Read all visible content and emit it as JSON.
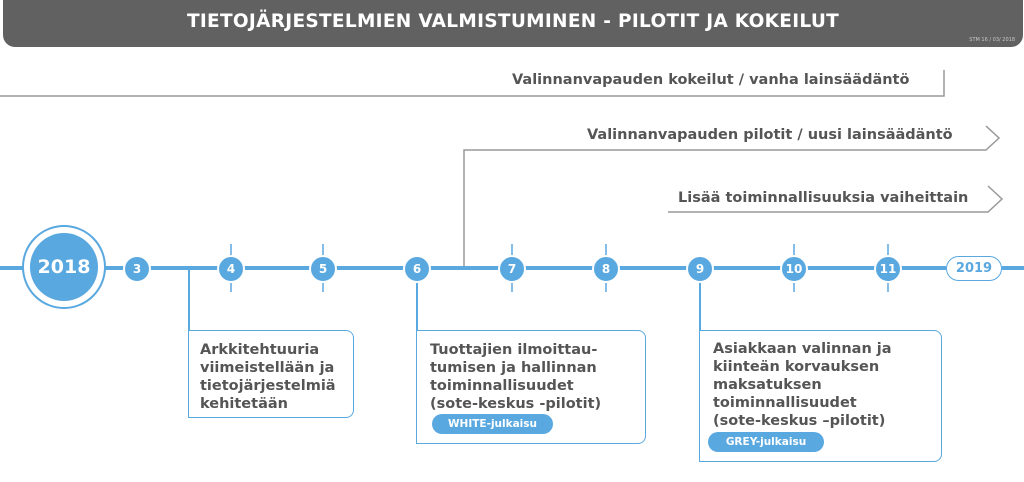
{
  "banner": {
    "title": "TIETOJÄRJESTELMIEN VALMISTUMINEN - PILOTIT JA KOKEILUT",
    "code": "STM 16 / 03/ 2018"
  },
  "tracks": {
    "trial": "Valinnanvapauden kokeilut / vanha lainsäädäntö",
    "pilot": "Valinnanvapauden pilotit  / uusi lainsäädäntö",
    "more": "Lisää toiminnallisuuksia vaiheittain"
  },
  "timeline": {
    "start_year": "2018",
    "months": [
      "3",
      "4",
      "5",
      "6",
      "7",
      "8",
      "9",
      "10",
      "11"
    ],
    "end_year": "2019"
  },
  "cards": [
    {
      "lines": [
        "Arkkitehtuuria",
        "viimeistellään ja",
        "tietojärjestelmiä",
        "kehitetään"
      ]
    },
    {
      "lines": [
        "Tuottajien ilmoittau-",
        "tumisen ja hallinnan",
        "toiminnallisuudet",
        "(sote-keskus -pilotit)"
      ],
      "badge": "WHITE-julkaisu"
    },
    {
      "lines": [
        "Asiakkaan valinnan ja",
        "kiinteän korvauksen",
        "maksatuksen",
        "toiminnallisuudet",
        "(sote-keskus –pilotit)"
      ],
      "badge": "GREY-julkaisu"
    }
  ],
  "colors": {
    "accent": "#5aa8e0",
    "banner": "#616161",
    "text": "#555555",
    "line": "#999999"
  }
}
